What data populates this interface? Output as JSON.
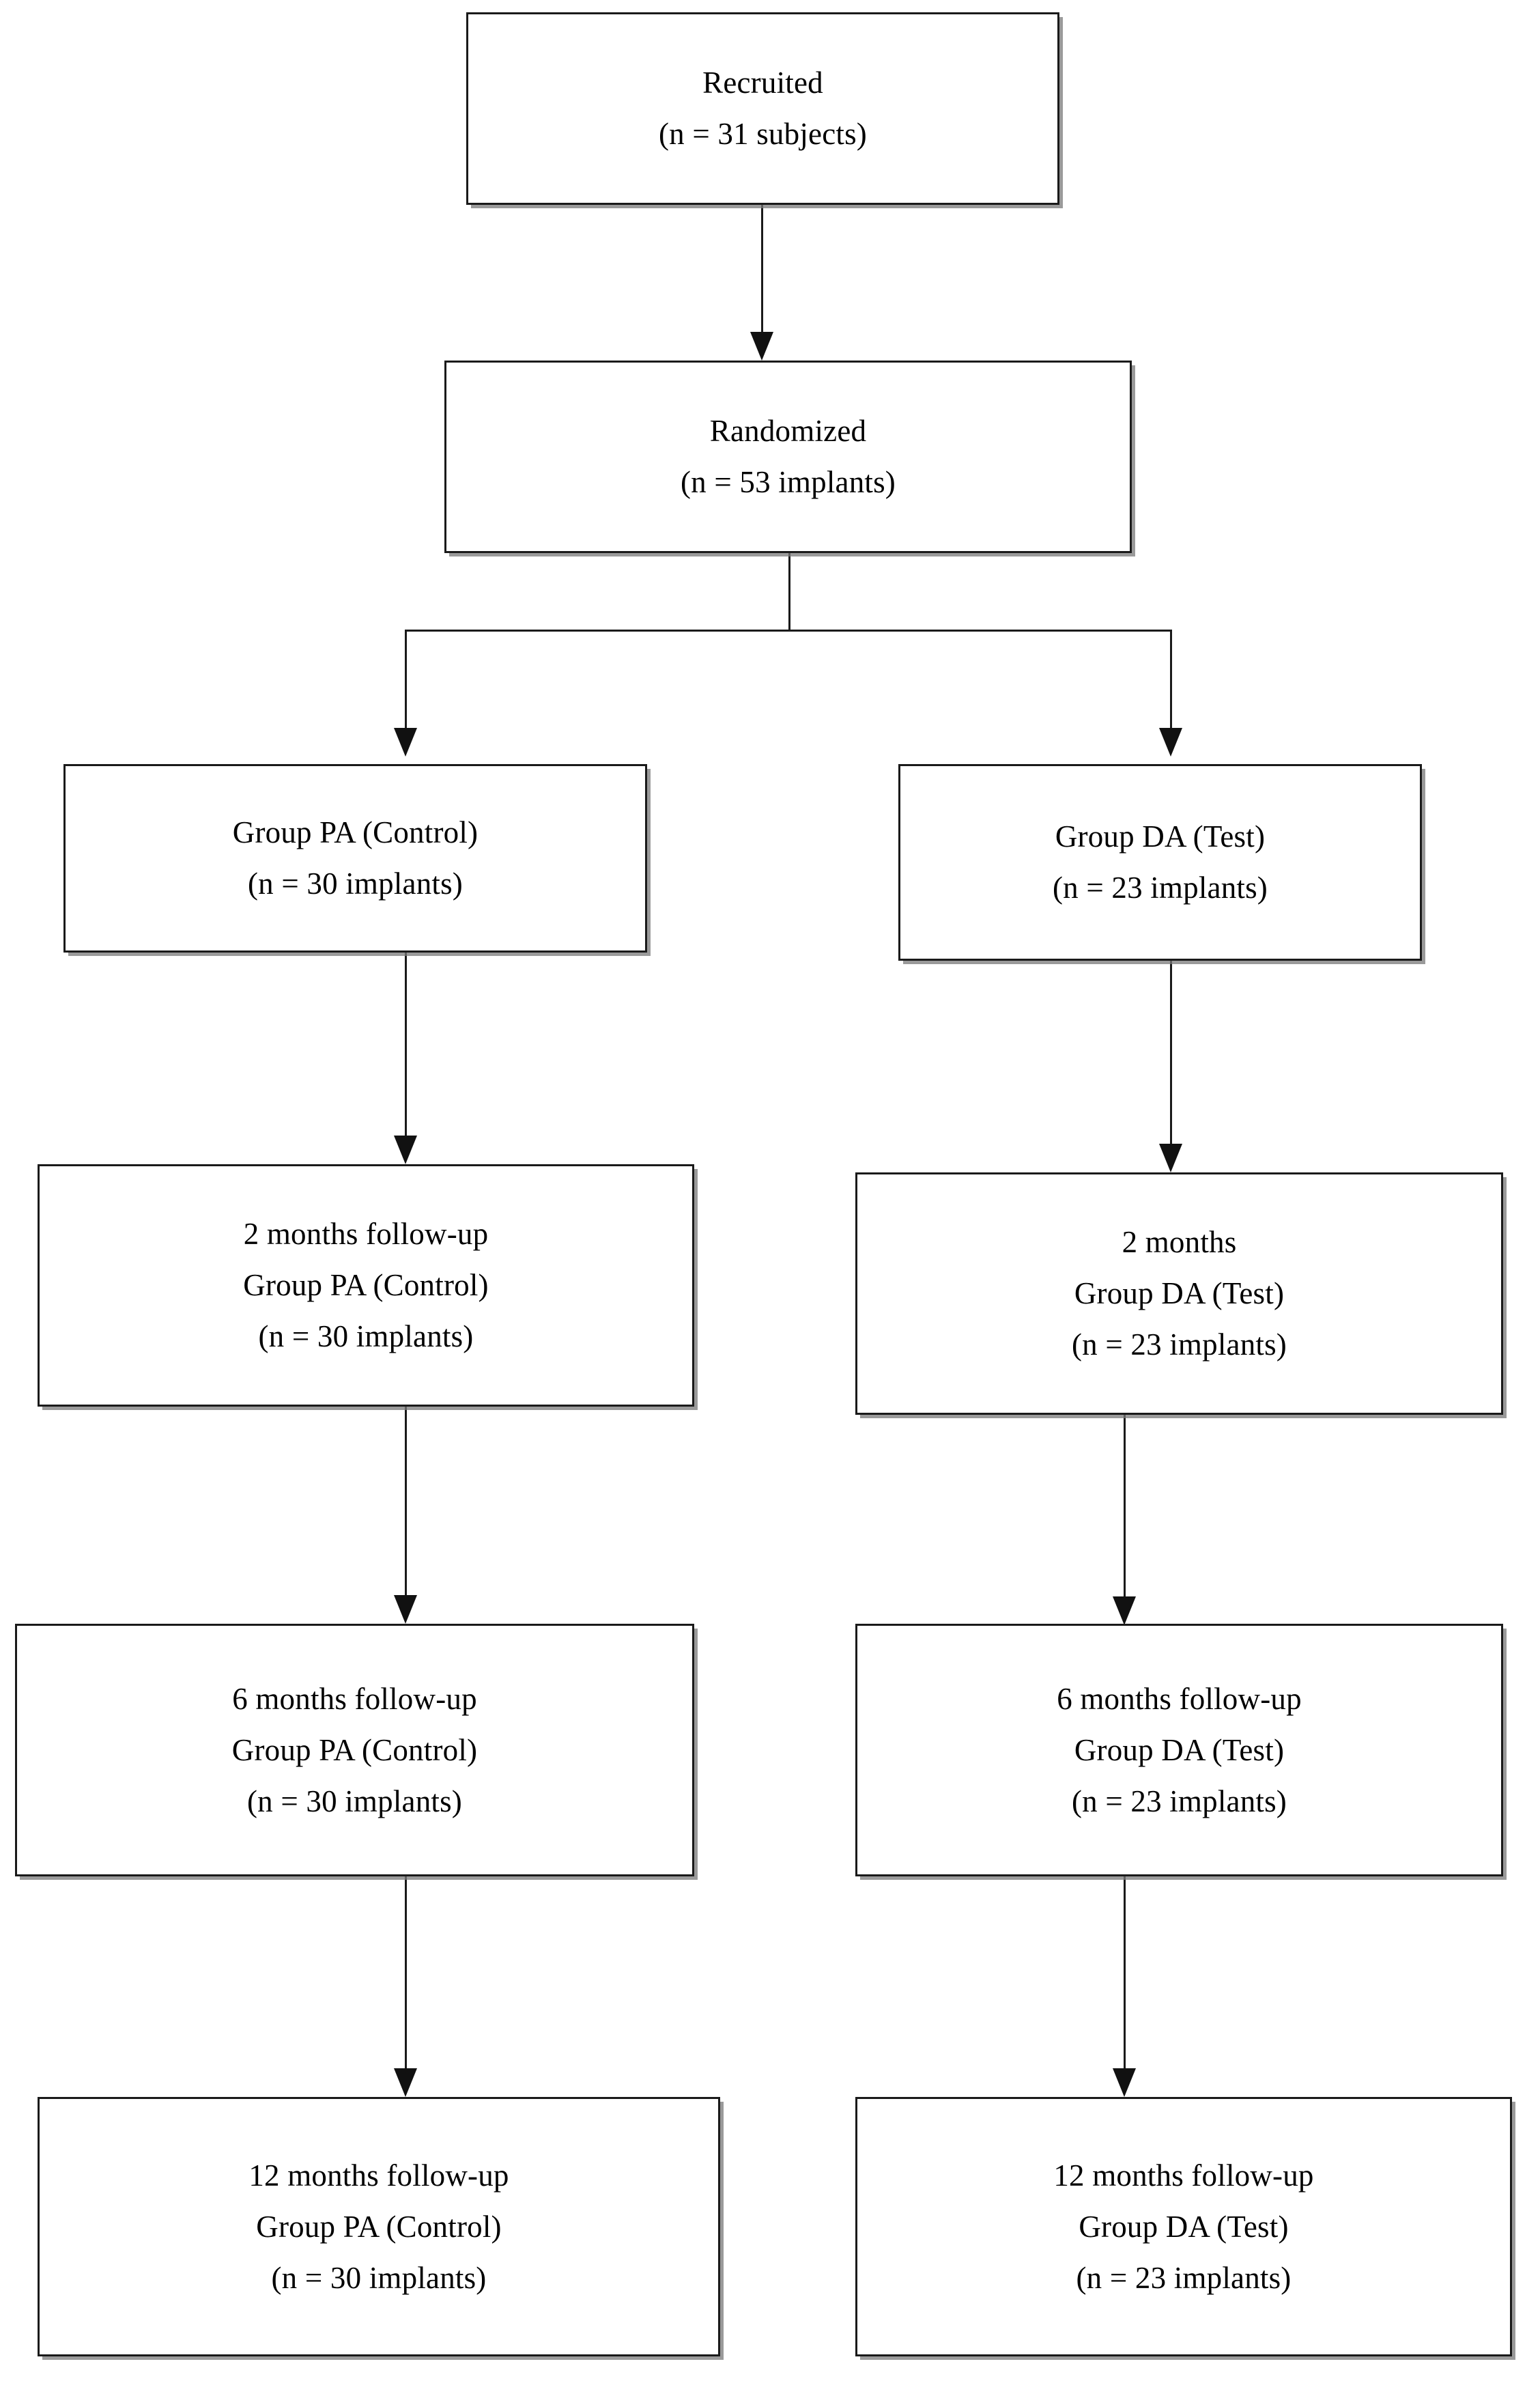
{
  "diagram": {
    "title": "CONSORT-style participant flow diagram",
    "type": "flowchart",
    "background_color": "#ffffff",
    "border_color": "#1a1a1a",
    "shadow_color": "#787878",
    "text_color": "#000000"
  },
  "nodes": {
    "recruited": {
      "line1": "Recruited",
      "line2": "(n = 31 subjects)"
    },
    "randomized": {
      "line1": "Randomized",
      "line2": "(n = 53 implants)"
    },
    "group_pa": {
      "line1": "Group PA (Control)",
      "line2": "(n = 30 implants)"
    },
    "group_da": {
      "line1": "Group DA (Test)",
      "line2": "(n = 23 implants)"
    },
    "pa_2m": {
      "line1": "2 months follow-up",
      "line2": "Group PA (Control)",
      "line3": "(n = 30 implants)"
    },
    "da_2m": {
      "line1": "2 months",
      "line2": "Group DA (Test)",
      "line3": "(n = 23 implants)"
    },
    "pa_6m": {
      "line1": "6 months follow-up",
      "line2": "Group PA (Control)",
      "line3": "(n = 30 implants)"
    },
    "da_6m": {
      "line1": "6 months follow-up",
      "line2": "Group DA (Test)",
      "line3": "(n = 23 implants)"
    },
    "pa_12m": {
      "line1": "12 months follow-up",
      "line2": "Group PA (Control)",
      "line3": "(n = 30 implants)"
    },
    "da_12m": {
      "line1": "12 months follow-up",
      "line2": "Group DA (Test)",
      "line3": "(n = 23 implants)"
    }
  },
  "flow": {
    "edges": [
      {
        "from": "recruited",
        "to": "randomized",
        "type": "straight-arrow"
      },
      {
        "from": "randomized",
        "to": "group_pa",
        "type": "split-arrow"
      },
      {
        "from": "randomized",
        "to": "group_da",
        "type": "split-arrow"
      },
      {
        "from": "group_pa",
        "to": "pa_2m",
        "type": "straight-arrow"
      },
      {
        "from": "group_da",
        "to": "da_2m",
        "type": "straight-arrow"
      },
      {
        "from": "pa_2m",
        "to": "pa_6m",
        "type": "straight-arrow"
      },
      {
        "from": "da_2m",
        "to": "da_6m",
        "type": "straight-arrow"
      },
      {
        "from": "pa_6m",
        "to": "pa_12m",
        "type": "straight-arrow"
      },
      {
        "from": "da_6m",
        "to": "da_12m",
        "type": "straight-arrow"
      }
    ]
  }
}
